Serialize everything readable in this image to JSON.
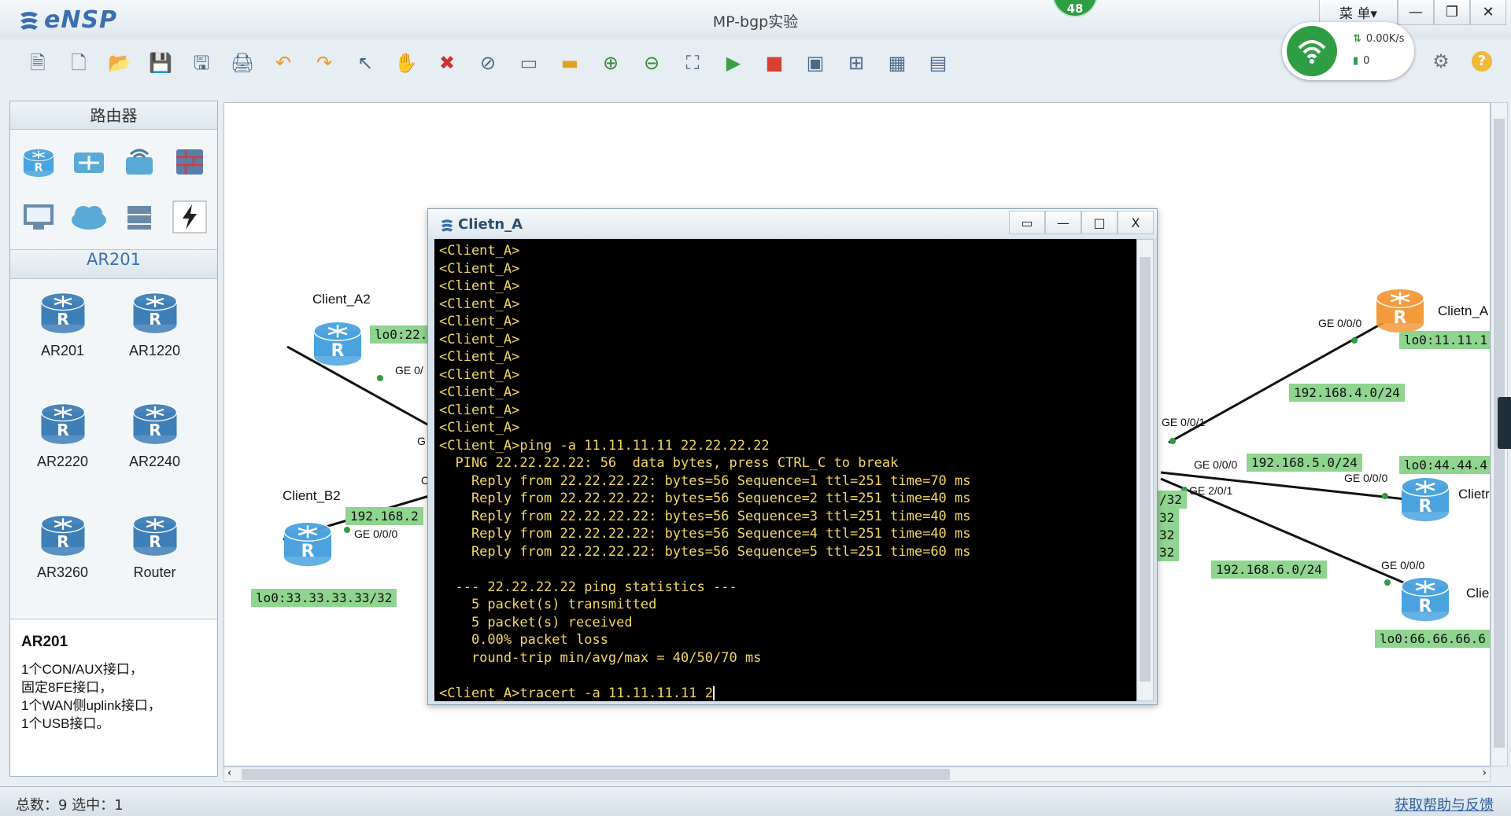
{
  "app": {
    "name": "eNSP",
    "title": "MP-bgp实验",
    "badge": "48"
  },
  "window_controls": {
    "menu_label": "菜 单▾",
    "minimize": "—",
    "restore": "❐",
    "close": "✕"
  },
  "toolbar": {
    "items": [
      {
        "name": "new-topology-icon",
        "glyph": "🗎"
      },
      {
        "name": "new-sample-icon",
        "glyph": "🗋"
      },
      {
        "name": "open-folder-icon",
        "glyph": "📂"
      },
      {
        "name": "save-icon",
        "glyph": "💾"
      },
      {
        "name": "save-as-icon",
        "glyph": "🖫"
      },
      {
        "name": "print-icon",
        "glyph": "🖨"
      },
      {
        "name": "undo-icon",
        "glyph": "↶"
      },
      {
        "name": "redo-icon",
        "glyph": "↷"
      },
      {
        "name": "select-pointer-icon",
        "glyph": "↖"
      },
      {
        "name": "pan-hand-icon",
        "glyph": "✋"
      },
      {
        "name": "delete-icon",
        "glyph": "✖"
      },
      {
        "name": "delete-link-icon",
        "glyph": "⊘"
      },
      {
        "name": "text-annotation-icon",
        "glyph": "▭"
      },
      {
        "name": "shape-rectangle-icon",
        "glyph": "▬"
      },
      {
        "name": "zoom-in-icon",
        "glyph": "⊕"
      },
      {
        "name": "zoom-out-icon",
        "glyph": "⊖"
      },
      {
        "name": "fit-view-icon",
        "glyph": "⛶"
      },
      {
        "name": "start-device-icon",
        "glyph": "▶"
      },
      {
        "name": "stop-device-icon",
        "glyph": "■"
      },
      {
        "name": "capture-icon",
        "glyph": "▣"
      },
      {
        "name": "topology-icon",
        "glyph": "⊞"
      },
      {
        "name": "table-icon",
        "glyph": "▦"
      },
      {
        "name": "cli-icon",
        "glyph": "▤"
      }
    ],
    "right_items": [
      {
        "name": "settings-gear-icon",
        "glyph": "⚙"
      },
      {
        "name": "help-icon",
        "glyph": "?"
      }
    ]
  },
  "network_widget": {
    "speed": "0.00K/s",
    "count": "0"
  },
  "left_panel": {
    "category_title": "路由器",
    "categories": [
      {
        "name": "router-category-icon"
      },
      {
        "name": "switch-category-icon"
      },
      {
        "name": "wireless-category-icon"
      },
      {
        "name": "firewall-category-icon"
      },
      {
        "name": "terminal-category-icon"
      },
      {
        "name": "cloud-category-icon"
      },
      {
        "name": "other-device-category-icon"
      },
      {
        "name": "connection-category-icon"
      }
    ],
    "sub_title": "AR201",
    "devices": [
      "AR201",
      "AR1220",
      "AR2220",
      "AR2240",
      "AR3260",
      "Router"
    ],
    "description": {
      "title": "AR201",
      "lines": [
        "1个CON/AUX接口，",
        "固定8FE接口，",
        "1个WAN侧uplink接口，",
        "1个USB接口。"
      ]
    }
  },
  "topology": {
    "nodes": {
      "client_a2": "Client_A2",
      "client_b2": "Client_B2",
      "clietn_a": "Clietn_A",
      "cliet_right": "Clietr",
      "clie_right": "Clie"
    },
    "ports": {
      "a2_ge": "GE 0/",
      "g_left": "G",
      "c_left": "C",
      "b2_ge": "GE 0/0/0",
      "ca_ge": "GE 0/0/0",
      "ge001": "GE 0/0/1",
      "ge000_mid": "GE 0/0/0",
      "ge000_right": "GE 0/0/0",
      "ge201": "GE 2/0/1",
      "ge000_bottom": "GE 0/0/0"
    },
    "tags": {
      "lo_a2": "lo0:22.",
      "net_b2": "192.168.2",
      "lo_b2": "lo0:33.33.33.33/32",
      "lo_ca": "lo0:11.11.1",
      "net4": "192.168.4.0/24",
      "net5": "192.168.5.0/24",
      "lo44": "lo0:44.44.4",
      "net6": "192.168.6.0/24",
      "lo66": "lo0:66.66.66.6",
      "mask1": "/32",
      "mask2": "32",
      "mask3": "32",
      "mask4": "32"
    }
  },
  "terminal": {
    "title": "Clietn_A",
    "lines": [
      "<Client_A>",
      "<Client_A>",
      "<Client_A>",
      "<Client_A>",
      "<Client_A>",
      "<Client_A>",
      "<Client_A>",
      "<Client_A>",
      "<Client_A>",
      "<Client_A>",
      "<Client_A>",
      "<Client_A>ping -a 11.11.11.11 22.22.22.22",
      "  PING 22.22.22.22: 56  data bytes, press CTRL_C to break",
      "    Reply from 22.22.22.22: bytes=56 Sequence=1 ttl=251 time=70 ms",
      "    Reply from 22.22.22.22: bytes=56 Sequence=2 ttl=251 time=40 ms",
      "    Reply from 22.22.22.22: bytes=56 Sequence=3 ttl=251 time=40 ms",
      "    Reply from 22.22.22.22: bytes=56 Sequence=4 ttl=251 time=40 ms",
      "    Reply from 22.22.22.22: bytes=56 Sequence=5 ttl=251 time=60 ms",
      "",
      "  --- 22.22.22.22 ping statistics ---",
      "    5 packet(s) transmitted",
      "    5 packet(s) received",
      "    0.00% packet loss",
      "    round-trip min/avg/max = 40/50/70 ms",
      "",
      "<Client_A>tracert -a 11.11.11.11 2"
    ]
  },
  "status": {
    "left": "总数：9  选中：1",
    "right": "获取帮助与反馈"
  },
  "colors": {
    "accent": "#3a6fb0",
    "terminal_text": "#f2d65f",
    "tag_bg": "#8fd48f",
    "router_blue": "#4aa3df",
    "router_orange": "#f39a3b",
    "green": "#2f9d44"
  }
}
